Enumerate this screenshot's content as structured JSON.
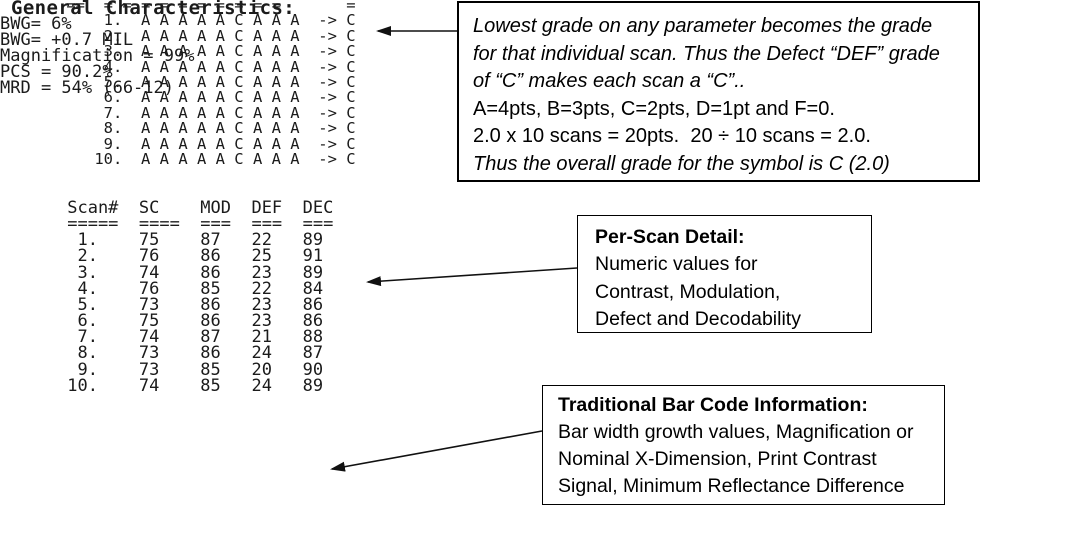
{
  "scan_grades": {
    "description": "per-scan parameter letter grades",
    "parameters_per_scan": "A A A A A C A A A",
    "overall_grade_per_scan": "C",
    "scan_count": 10,
    "lines": [
      " ==  = = = = = = = = = =       =",
      "     1.  A A A A A C A A A  -> C",
      "     2.  A A A A A C A A A  -> C",
      "     3.  A A A A A C A A A  -> C",
      "     4.  A A A A A C A A A  -> C",
      "     5.  A A A A A C A A A  -> C",
      "     6.  A A A A A C A A A  -> C",
      "     7.  A A A A A C A A A  -> C",
      "     8.  A A A A A C A A A  -> C",
      "     9.  A A A A A C A A A  -> C",
      "    10.  A A A A A C A A A  -> C"
    ]
  },
  "per_scan_table": {
    "columns": [
      "Scan#",
      "SC",
      "MOD",
      "DEF",
      "DEC"
    ],
    "rows": [
      [
        1,
        75,
        87,
        22,
        89
      ],
      [
        2,
        76,
        86,
        25,
        91
      ],
      [
        3,
        74,
        86,
        23,
        89
      ],
      [
        4,
        76,
        85,
        22,
        84
      ],
      [
        5,
        73,
        86,
        23,
        86
      ],
      [
        6,
        75,
        86,
        23,
        86
      ],
      [
        7,
        74,
        87,
        21,
        88
      ],
      [
        8,
        73,
        86,
        24,
        87
      ],
      [
        9,
        73,
        85,
        20,
        90
      ],
      [
        10,
        74,
        85,
        24,
        89
      ]
    ],
    "lines": [
      " Scan#  SC    MOD  DEF  DEC",
      " =====  ====  ===  ===  ===",
      "  1.    75    87   22   89",
      "  2.    76    86   25   91",
      "  3.    74    86   23   89",
      "  4.    76    85   22   84",
      "  5.    73    86   23   86",
      "  6.    75    86   23   86",
      "  7.    74    87   21   88",
      "  8.    73    86   24   87",
      "  9.    73    85   20   90",
      " 10.    74    85   24   89"
    ]
  },
  "general_characteristics": {
    "heading": "General Characteristics:",
    "lines": [
      "BWG= 6%",
      "BWG= +0.7 MIL",
      "Magnification = 99%",
      "PCS = 90.2%",
      "MRD = 54% (66-12)"
    ]
  },
  "grade_callout": {
    "line1": "Lowest grade on any parameter becomes the grade",
    "line2": "for that individual scan. Thus the Defect “DEF” grade",
    "line3": "of “C” makes each scan a “C”..",
    "line4": "A=4pts, B=3pts, C=2pts, D=1pt and F=0.",
    "line5": "2.0 x 10 scans = 20pts.  20 ÷ 10 scans = 2.0.",
    "line6": "Thus the overall grade for the symbol is C (2.0)"
  },
  "per_scan_callout": {
    "title": "Per-Scan Detail:",
    "line1": "Numeric values for",
    "line2": "Contrast, Modulation,",
    "line3": "Defect and Decodability"
  },
  "barcode_callout": {
    "title": "Traditional Bar Code Information:",
    "line1": "Bar width growth values, Magnification or",
    "line2": "Nominal X-Dimension, Print Contrast",
    "line3": "Signal, Minimum Reflectance Difference"
  },
  "colors": {
    "background": "#ffffff",
    "text": "#1a1a1a",
    "line": "#111111"
  }
}
